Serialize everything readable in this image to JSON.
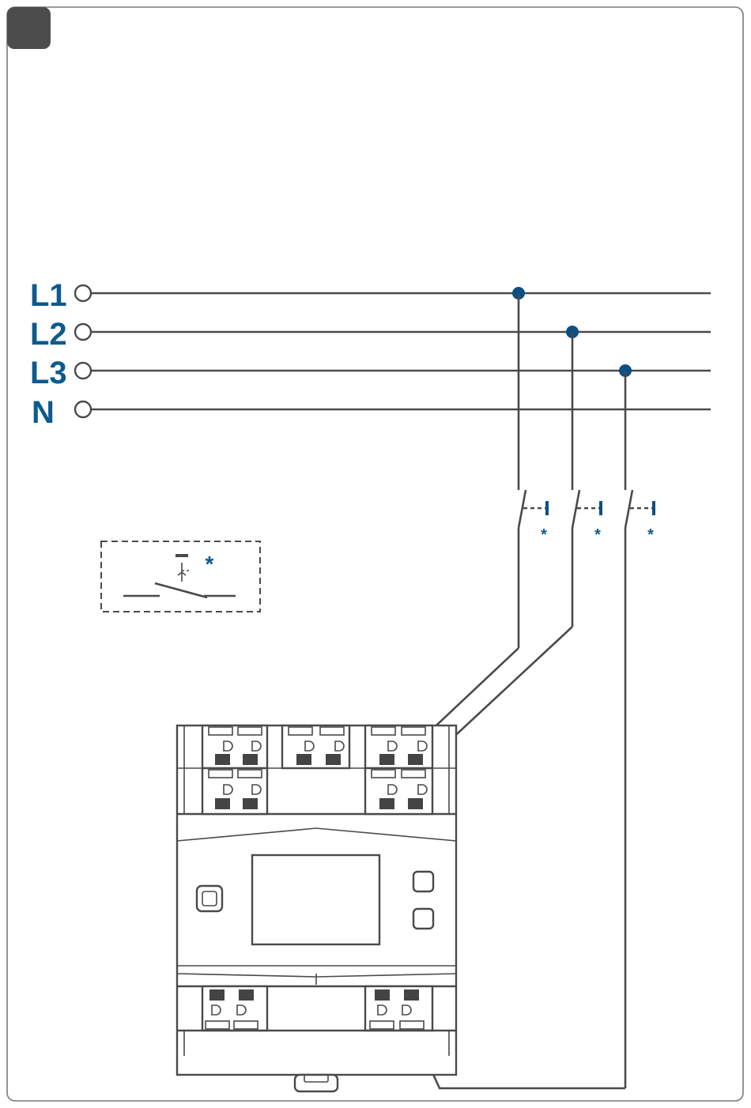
{
  "step_badge": "",
  "bus": [
    {
      "label": "L1",
      "node": true
    },
    {
      "label": "L2",
      "node": true
    },
    {
      "label": "L3",
      "node": true
    },
    {
      "label": "N",
      "node": false
    }
  ],
  "breaker_marks": [
    "*",
    "*",
    "*"
  ],
  "legend_mark": "*",
  "colors": {
    "label": "#0d5a8e",
    "node": "#0d4f85",
    "line": "#4a4a4a",
    "badge": "#4c4c4c"
  },
  "icons": [
    "circuit-breaker-icon",
    "din-rail-energy-meter-icon"
  ]
}
